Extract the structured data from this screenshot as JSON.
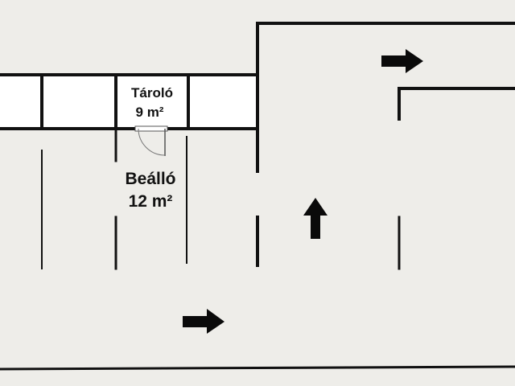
{
  "storage": {
    "name": "Tároló",
    "area": "9 m²"
  },
  "parking": {
    "name": "Beálló",
    "area": "12 m²"
  },
  "arrows": [
    {
      "name": "arrow-right-top",
      "direction": "right"
    },
    {
      "name": "arrow-up",
      "direction": "up"
    },
    {
      "name": "arrow-right-bottom",
      "direction": "right"
    }
  ],
  "colors": {
    "background": "#eeede9",
    "rooms": "#ffffff",
    "lines": "#111111"
  }
}
